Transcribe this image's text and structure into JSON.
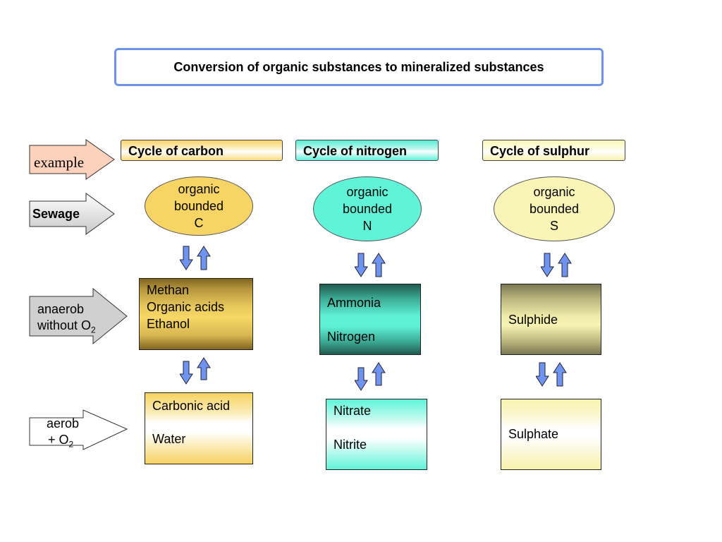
{
  "title": "Conversion of organic substances to mineralized substances",
  "row_labels": {
    "example": "example",
    "sewage": "Sewage",
    "anaerob_line1": "anaerob",
    "anaerob_line2": "without O",
    "anaerob_sub": "2",
    "aerob_line1": "aerob",
    "aerob_line2": "+ O",
    "aerob_sub": "2"
  },
  "colors": {
    "title_border": "#6f93e8",
    "arrow_blue": "#6f93f0",
    "example_arrow": "#fcd2bc",
    "sewage_arrow": "#d8d8d8",
    "anaerob_arrow": "#d0d0d0",
    "aerob_arrow": "#ffffff"
  },
  "cycles": [
    {
      "name": "Cycle of carbon",
      "organic": [
        "organic",
        "bounded",
        "C"
      ],
      "anaerob": [
        "Methan",
        "Organic acids",
        "Ethanol"
      ],
      "aerob": [
        "Carbonic acid",
        "Water"
      ]
    },
    {
      "name": "Cycle of nitrogen",
      "organic": [
        "organic",
        "bounded",
        "N"
      ],
      "anaerob": [
        "Ammonia",
        "Nitrogen"
      ],
      "aerob": [
        "Nitrate",
        "Nitrite"
      ]
    },
    {
      "name": "Cycle of sulphur",
      "organic": [
        "organic",
        "bounded",
        "S"
      ],
      "anaerob": [
        "Sulphide"
      ],
      "aerob": [
        "Sulphate"
      ]
    }
  ]
}
